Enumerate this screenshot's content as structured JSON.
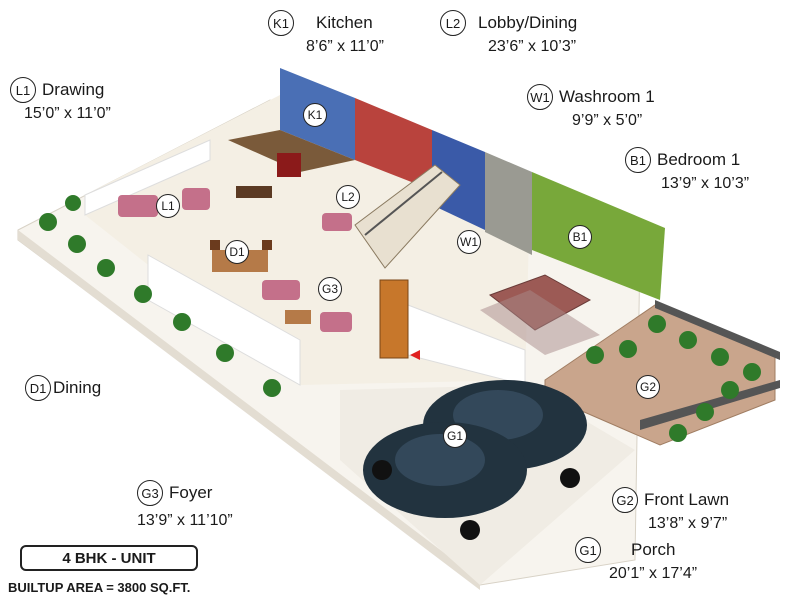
{
  "legend": [
    {
      "code": "K1",
      "name": "Kitchen",
      "dims": "8’6” x 11’0”"
    },
    {
      "code": "L2",
      "name": "Lobby/Dining",
      "dims": "23’6” x 10’3”"
    },
    {
      "code": "L1",
      "name": "Drawing",
      "dims": "15’0” x 11’0”"
    },
    {
      "code": "W1",
      "name": "Washroom 1",
      "dims": "9’9” x 5’0”"
    },
    {
      "code": "B1",
      "name": "Bedroom 1",
      "dims": "13’9” x 10’3”"
    },
    {
      "code": "D1",
      "name": "Dining",
      "dims": ""
    },
    {
      "code": "G3",
      "name": "Foyer",
      "dims": "13’9” x 11’10”"
    },
    {
      "code": "G2",
      "name": "Front Lawn",
      "dims": "13’8” x 9’7”"
    },
    {
      "code": "G1",
      "name": "Porch",
      "dims": "20’1” x 17’4”"
    }
  ],
  "plan_markers": [
    "K1",
    "L2",
    "L1",
    "D1",
    "G3",
    "W1",
    "B1",
    "G2",
    "G1"
  ],
  "unit_label": "4 BHK - UNIT",
  "builtup_area": "BUILTUP AREA = 3800 SQ.FT.",
  "colors": {
    "kitchen_wall": "#4a6fb5",
    "lobby_wall": "#b9433d",
    "bedroom_wall": "#78a83a",
    "floor": "#f4efe4",
    "lawn_tile": "#c9a58c",
    "car": "#22333f"
  }
}
